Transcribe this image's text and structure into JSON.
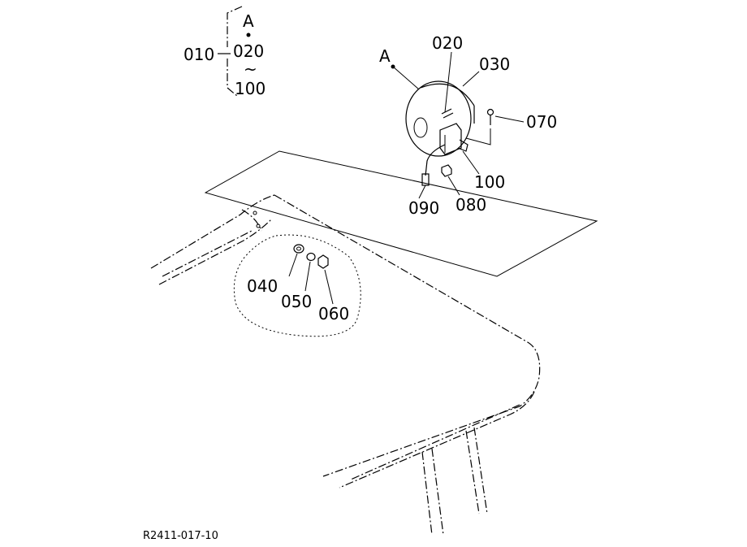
{
  "diagram": {
    "legend": {
      "callout_letter": "A",
      "assembly_part": "010",
      "range_start": "020",
      "range_separator": "~",
      "range_end": "100"
    },
    "detail": {
      "callout_letter": "A",
      "parts": {
        "p020": "020",
        "p030": "030",
        "p070": "070",
        "p100": "100",
        "p080": "080",
        "p090": "090"
      }
    },
    "hardware": {
      "p040": "040",
      "p050": "050",
      "p060": "060"
    },
    "reference_code": "R2411-017-10"
  }
}
